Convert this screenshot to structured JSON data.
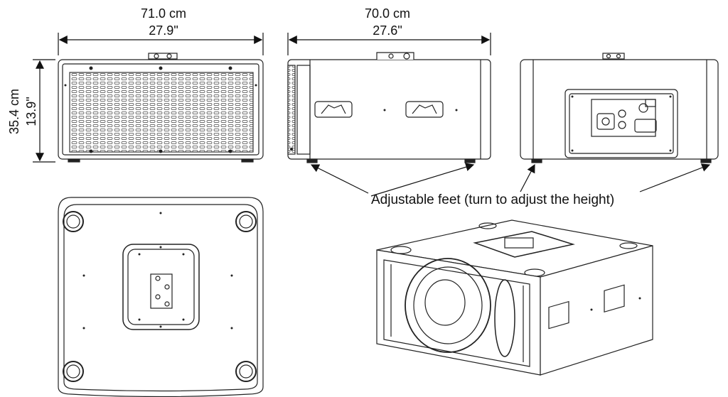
{
  "dimensions": {
    "front_width_cm": "71.0 cm",
    "front_width_in": "27.9\"",
    "side_depth_cm": "70.0 cm",
    "side_depth_in": "27.6\"",
    "height_cm": "35.4 cm",
    "height_in": "13.9\""
  },
  "callout": {
    "text": "Adjustable feet (turn to adjust the height)"
  }
}
